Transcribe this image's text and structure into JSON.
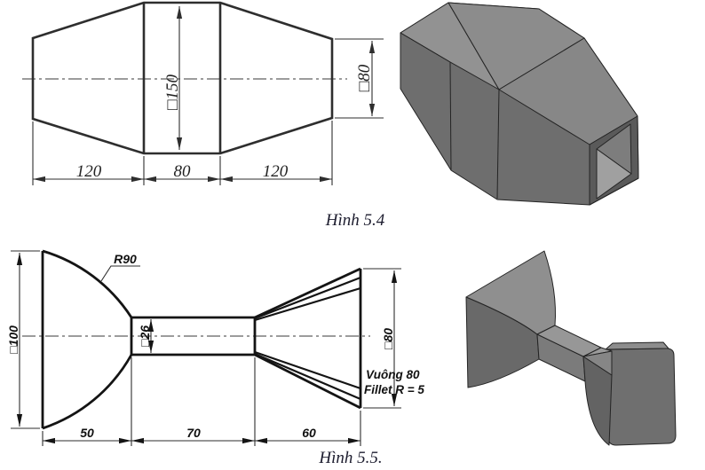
{
  "figures": {
    "fig54": {
      "caption": "Hình 5.4",
      "dims": {
        "seg1": "120",
        "seg2": "80",
        "seg3": "120",
        "square150": "□150",
        "square80": "□80"
      },
      "model3d": "gray lofted hollow duct, square 150 center tapering to open square 80 end"
    },
    "fig55": {
      "caption": "Hình 5.5.",
      "dims": {
        "seg1": "50",
        "seg2": "70",
        "seg3": "60",
        "square100": "□100",
        "square26": "□26",
        "square80": "□80",
        "radius": "R90"
      },
      "note": {
        "line1": "Vuông 80",
        "line2": "Fillet R = 5"
      },
      "model3d": "gray funnel/dog-bone solid: square bell, square neck, flared rounded-square plate"
    }
  },
  "colors": {
    "background": "#ffffff",
    "line_dark": "#141414",
    "line_medium": "#2e2e2e",
    "gray_top_light": "#929292",
    "gray_top_mid": "#8c8c8c",
    "gray_front_dark": "#6e6e6e",
    "gray_end_ring": "#5a5a5a",
    "gray_hole_light": "#a0a0a0"
  }
}
